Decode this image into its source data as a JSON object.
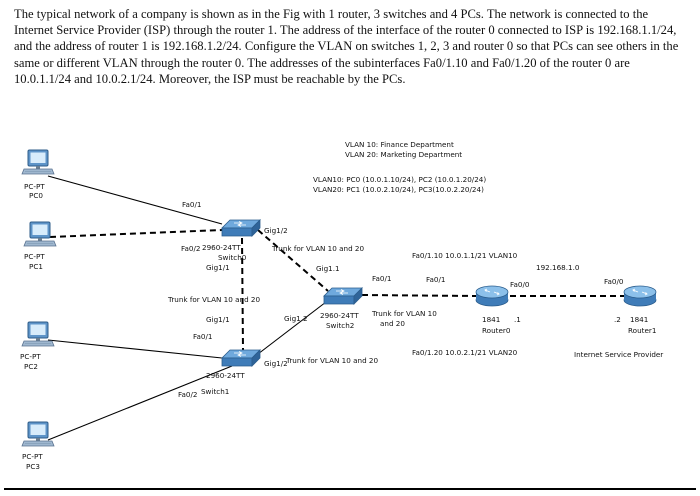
{
  "question": "The typical network of a company is shown as in the Fig with 1 router, 3 switches and 4 PCs. The network is connected to the Internet Service Provider (ISP) through the router 1. The address of the interface of the router 0 connected to ISP is 192.168.1.1/24, and the address of router 1 is 192.168.1.2/24. Configure the VLAN on switches 1, 2, 3 and router 0 so that PCs can see others in the same or different VLAN through the router 0. The addresses of the subinterfaces Fa0/1.10 and Fa0/1.20 of the router 0 are 10.0.1.1/24 and 10.0.2.1/24. Moreover, the ISP must be reachable by the PCs.",
  "diagram": {
    "pcs": [
      {
        "type": "PC-PT",
        "name": "PC0"
      },
      {
        "type": "PC-PT",
        "name": "PC1"
      },
      {
        "type": "PC-PT",
        "name": "PC2"
      },
      {
        "type": "PC-PT",
        "name": "PC3"
      }
    ],
    "switch0": {
      "model": "2960-24TT",
      "name": "Switch0",
      "fa01": "Fa0/1",
      "fa02": "Fa0/2",
      "gig11": "Gig1/1",
      "gig12": "Gig1/2"
    },
    "switch2": {
      "model": "2960-24TT",
      "name": "Switch2",
      "gig11": "Gig1.1",
      "fa01": "Fa0/1",
      "gig12": "Gig1.2"
    },
    "switch1": {
      "model": "2960-24TT",
      "name": "Switch1",
      "gig11": "Gig1/1",
      "fa01": "Fa0/1",
      "gig12": "Gig1/2",
      "fa02": "Fa0/2"
    },
    "router0": {
      "model": "1841",
      "name": "Router0",
      "suffix": ".1",
      "fa01": "Fa0/1",
      "fa00": "Fa0/0"
    },
    "router1": {
      "model": "1841",
      "name": "Router1",
      "prefix": ".2",
      "fa00": "Fa0/0"
    },
    "vlan_notes": [
      "VLAN 10: Finance Department",
      "VLAN 20: Marketing Department"
    ],
    "vlan_addr": [
      "VLAN10: PC0 (10.0.1.10/24), PC2 (10.0.1.20/24)",
      "VLAN20: PC1 (10.0.2.10/24), PC3(10.0.2.20/24)"
    ],
    "trunk1": "Trunk for VLAN 10 and 20",
    "trunk2": "Trunk for VLAN 10 and 20",
    "trunk3a": "Trunk for VLAN 10",
    "trunk3b": "and 20",
    "trunk4": "Trunk for VLAN 10 and 20",
    "sub10": "Fa0/1.10 10.0.1.1/21 VLAN10",
    "sub20": "Fa0/1.20 10.0.2.1/21 VLAN20",
    "net": "192.168.1.0",
    "isp": "Internet Service Provider"
  }
}
